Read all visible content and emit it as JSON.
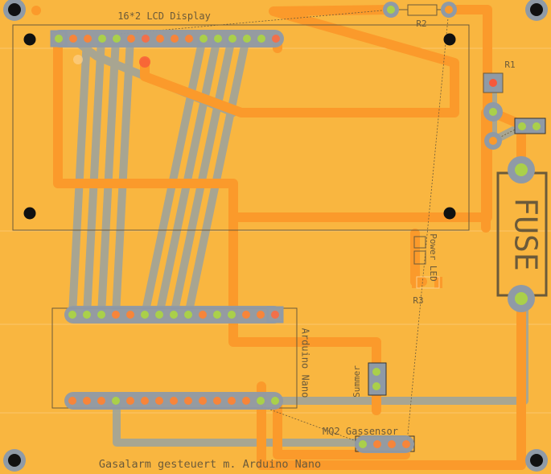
{
  "board": {
    "background": "#f9b640",
    "copper_top": "#fb9a2b",
    "copper_bottom": "#9aa3a0",
    "pad_ring": "#8f9aa6",
    "pad_center": "#aad04a",
    "silkscreen": "#6b5a3a"
  },
  "labels": {
    "lcd": "16*2 LCD Display",
    "r1": "R1",
    "r2": "R2",
    "r3": "R3",
    "fuse": "FUSE",
    "power_led": "Power LED",
    "arduino": "Arduino Nano",
    "summer": "Summer",
    "sensor": "MQ2 Gassensor",
    "title": "Gasalarm gesteuert m. Arduino Nano"
  }
}
